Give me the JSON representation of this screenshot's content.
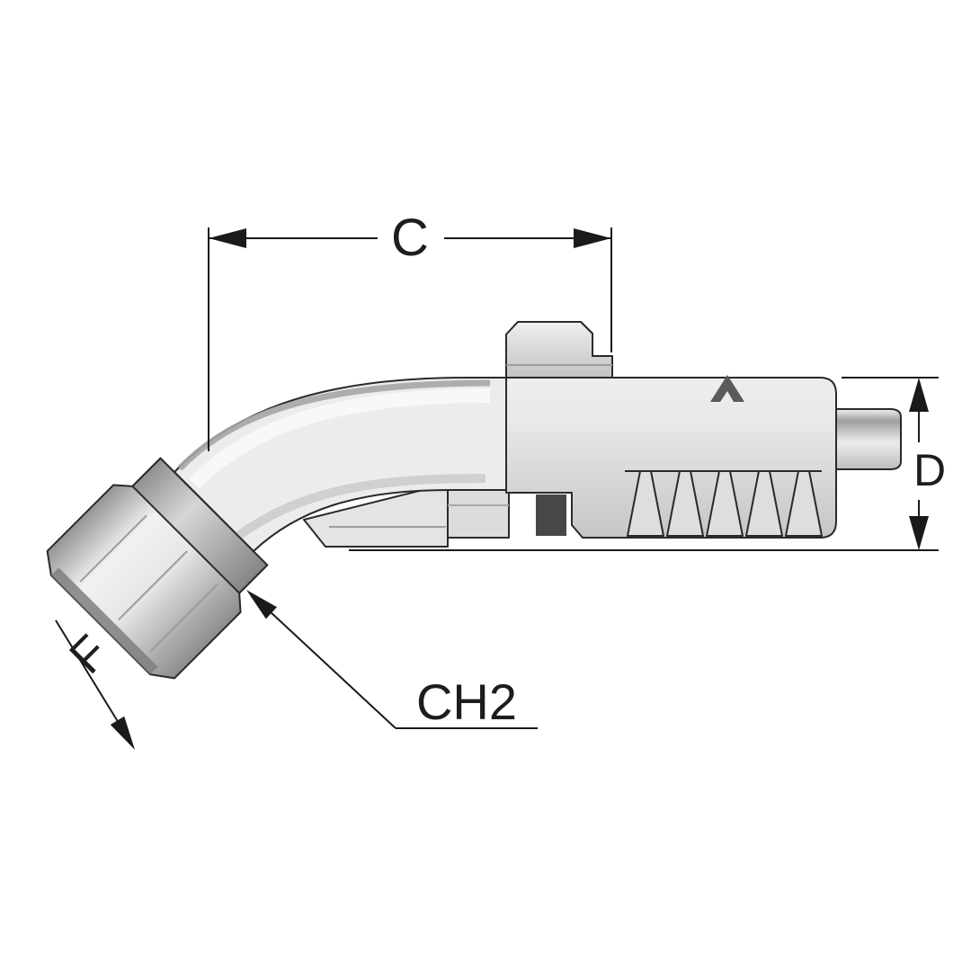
{
  "drawing": {
    "type": "technical-diagram",
    "subject": "45-degree female elbow hydraulic hose fitting, side view",
    "annotations": {
      "c": "C",
      "d": "D",
      "f": "F",
      "ch2": "CH2"
    },
    "icons": {
      "brand_logo": "alfagomma-a-mark"
    },
    "colors": {
      "background": "#ffffff",
      "line": "#222222",
      "dimension_line": "#1a1a1a",
      "body_light": "#ececec",
      "body_mid": "#d8d8d8",
      "body_dark": "#8f8f8f",
      "slot_dark": "#474747"
    }
  }
}
